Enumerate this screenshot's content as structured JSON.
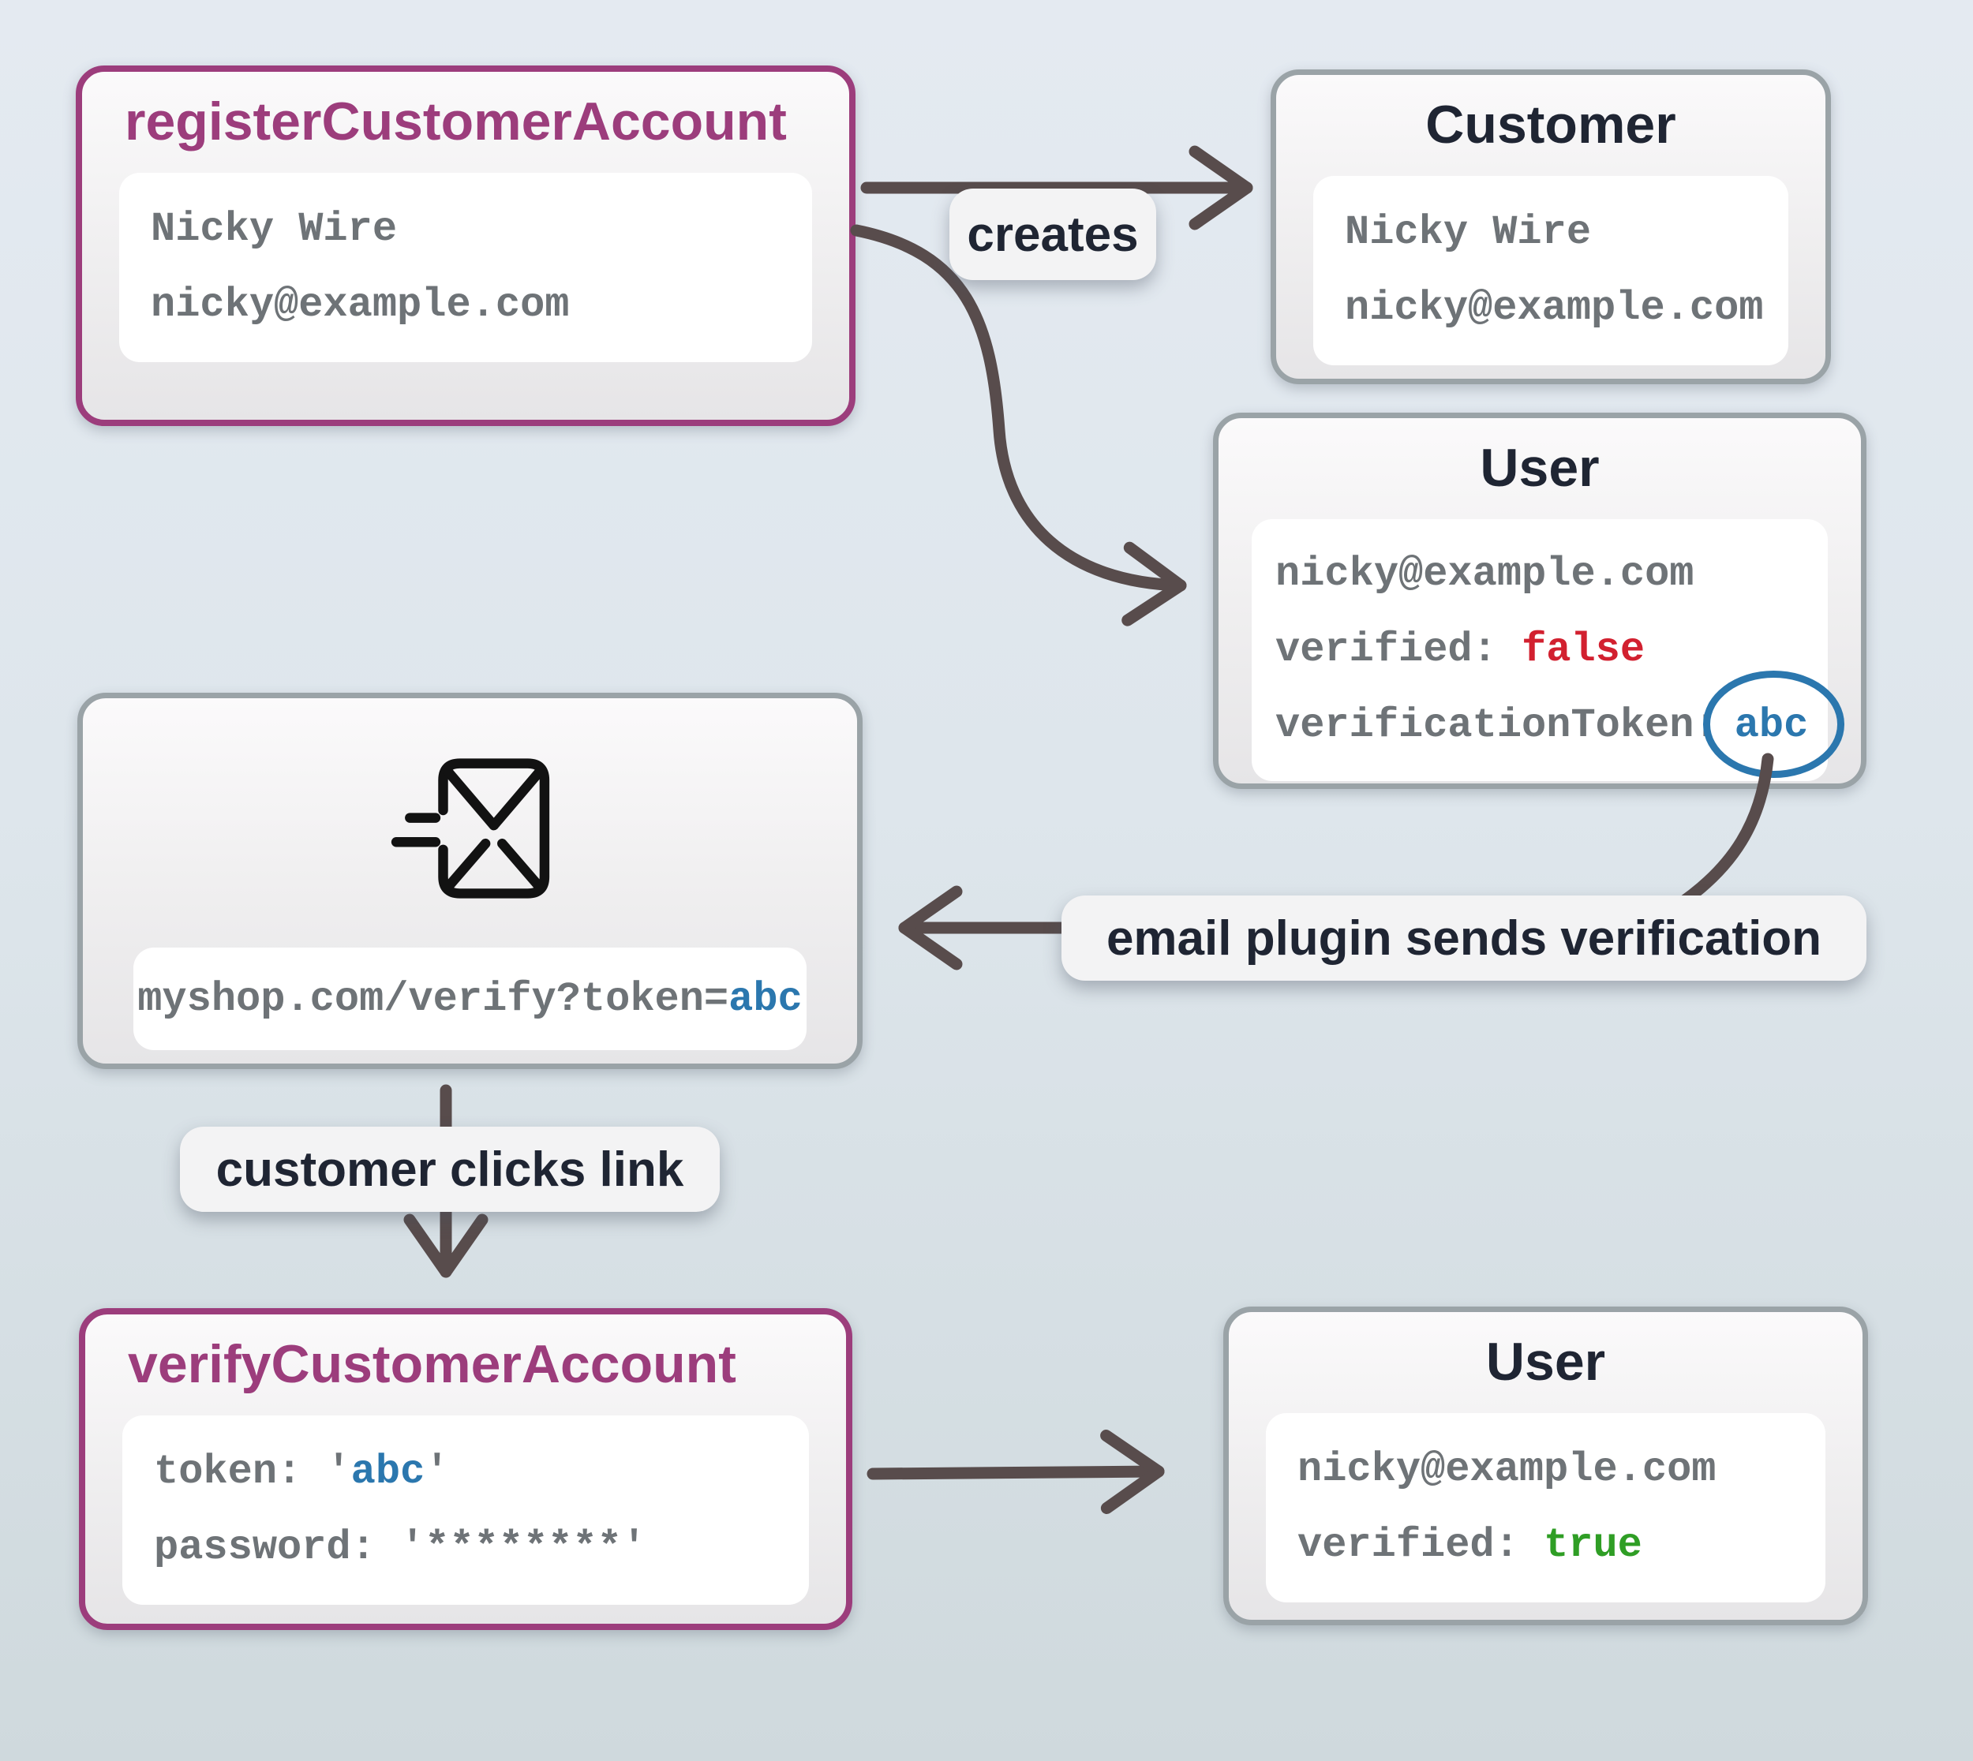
{
  "nodes": {
    "register": {
      "title": "registerCustomerAccount",
      "line1": "Nicky Wire",
      "line2": "nicky@example.com"
    },
    "customer": {
      "title": "Customer",
      "line1": "Nicky Wire",
      "line2": "nicky@example.com"
    },
    "user_unverified": {
      "title": "User",
      "email": "nicky@example.com",
      "verified_key": "verified: ",
      "verified_val": "false",
      "token_key": "verificationToken:",
      "token_val": "abc"
    },
    "email": {
      "url_prefix": "myshop.com/verify?token=",
      "url_token": "abc"
    },
    "verify": {
      "title": "verifyCustomerAccount",
      "token_key": "token: ",
      "token_q1": "'",
      "token_val": "abc",
      "token_q2": "'",
      "password_key": "password: ",
      "password_val": "'********'"
    },
    "user_verified": {
      "title": "User",
      "email": "nicky@example.com",
      "verified_key": "verified: ",
      "verified_val": "true"
    }
  },
  "labels": {
    "creates": "creates",
    "email_plugin": "email plugin sends verification",
    "customer_clicks": "customer clicks link"
  },
  "icons": {
    "email": "mail-send-icon"
  },
  "colors": {
    "purple": "#9c3d7c",
    "blue": "#2b77ae",
    "red": "#d2202f",
    "green": "#2f9e25",
    "arrow": "#584c4c",
    "title": "#1f2533",
    "mono_gray": "#6e7377",
    "card_border": "#9aa3a7",
    "bg_top": "#e4eaf1",
    "bg_bottom": "#cfd9dd"
  }
}
